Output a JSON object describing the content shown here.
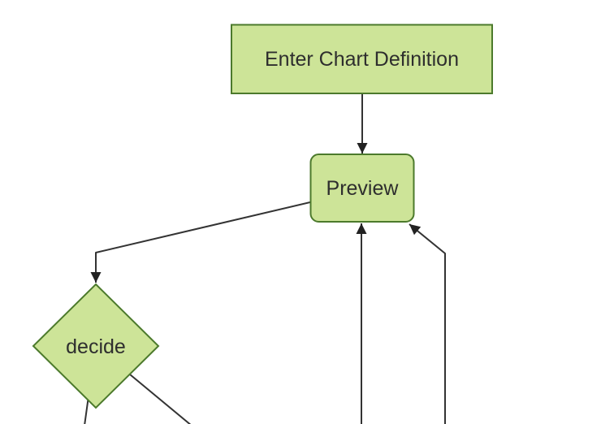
{
  "diagram": {
    "type": "flowchart",
    "orientation": "top-down",
    "nodes": [
      {
        "id": "enter-chart-definition",
        "label": "Enter Chart Definition",
        "shape": "rectangle"
      },
      {
        "id": "preview",
        "label": "Preview",
        "shape": "rounded-rectangle"
      },
      {
        "id": "decide",
        "label": "decide",
        "shape": "diamond"
      }
    ],
    "edges": [
      {
        "from": "enter-chart-definition",
        "to": "preview",
        "arrowhead": true
      },
      {
        "from": "preview",
        "to": "decide",
        "arrowhead": true
      },
      {
        "from": "decide",
        "to": "offscreen-bottom-left",
        "arrowhead": false
      },
      {
        "from": "decide",
        "to": "offscreen-bottom-right",
        "arrowhead": false
      },
      {
        "from": "offscreen-bottom",
        "to": "preview",
        "arrowhead": true
      },
      {
        "from": "offscreen-bottom-right-column",
        "to": "preview",
        "arrowhead": true
      }
    ]
  },
  "colors": {
    "background": "#ffffff",
    "node_fill": "#cde498",
    "node_border": "#4c7a2c",
    "edge_line": "#333333",
    "arrowhead": "#222222",
    "label_text": "#2e2e2e"
  }
}
